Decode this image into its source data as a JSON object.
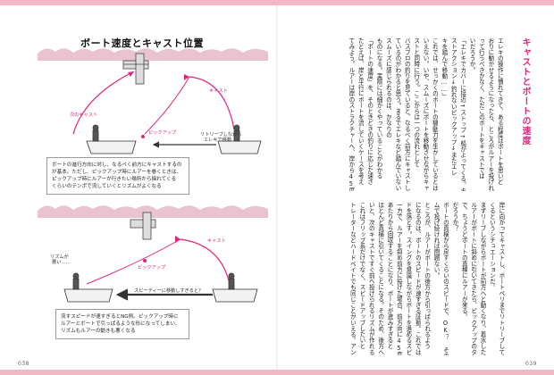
{
  "left_page": {
    "page_number": "038",
    "figure_title": "ボート速度とキャスト位置",
    "top_panel": {
      "labels": {
        "next_cast": "次のキャスト",
        "cast": "キャスト",
        "pickup": "ピックアップ",
        "retrieve_1": "リトリーブしながら",
        "retrieve_2": "エレキで移動"
      },
      "caption": [
        "ボートの進行方向に対し、なるべく前方にキャストするの",
        "が基本。ただし、ピックアップ時にルアーを巻くときは、",
        "ピックアップ時にルアーが行きたい場所から揺れてくる",
        "くらいのテンポで流していくとリズムがよくなる"
      ]
    },
    "bottom_panel": {
      "labels": {
        "rhythm_1": "リズムが",
        "rhythm_2": "悪い……",
        "cast": "キャスト",
        "pickup": "ピックアップ",
        "speed": "スピーディーに移動しすぎると？"
      },
      "caption": [
        "流すスピードが速すぎるとNG例。ピックアップ時に",
        "ルアーとボートで引っぱるような形になってしまい、",
        "リズムもルアーの動きも悪くなる"
      ]
    }
  },
  "right_page": {
    "page_number": "039",
    "heading": "キャストとボートの速度",
    "columns": [
      "エレキの操作に慣れてきて、ある程度はボートを思いど",
      "おりに動かせるようになったら、ところがルアーを投げれば",
      "って行うべきかなく、ただこのボートをキャストでは",
      "いだろうか。",
      "「エレキでカバーに接近→ストップ→船がよってくる。キャ",
      "ストアクション↓釣れないピックアップ↓またエレ",
      "キを踏んで移動……」",
      "これでは、せっかくのボートの機動力を生かしているとは",
      "いえない。いや、スムーズにボートを移動させながらキャ",
      "ストと同時に行う。ここからは一つの流れとして",
      "バスプロの釣りを見ていると、なるべく前方にキャストし",
      "ているのがわかると思う。まるでエレキなど踏んでいないかのように",
      "スムーズに感じられるのは、かなりの",
      "ものになる。実際には細かくやっていることがわかる",
      "「ボートの速度」を、そのときどきの釣りに応じた速さ",
      "たとえば、岸と平行にボートを流していくケースを考え",
      "てみよう。ルアーは岸のストラクチャーへ、岸から45度ぐらいに投げていく",
      "",
      "岸に向かってキャストし、ボートペリまでリトリーブして",
      "くるというシチュエーションだ。",
      "まずリーブしながらボートが前方へと動くなり、着水した",
      "ルアーがボートに斜めに引いてきたら、ピックアップのタイミング",
      "で、ちょうどボートの真横にルアーが来る。",
      "だろうか？",
      "ボートの真横から戻すくらいのスピードで、OK？ そのリズ",
      "ムで投げ続ければ問題ない。",
      "ところが、ルアーがボートの後方から引っぱられるよう",
      "になるのは、ボートのスピードが速すぎる証拠。これでは",
      "ドを落とす。スイングを意識しながらボートを進めるスピー",
      "一方で、ルアーを斜め前方に投げた場合、前方向に45度",
      "あたりから回収することになり、ボートが進みすぎると",
      "ほとんど真横に引いてくることになる。そのため、後方への",
      "いと、次のキャストですぐ前へ投げられるリズムが作れる",
      "これはフリップ系だけでなく、スピードアップしたいと",
      "トレーターなどハードベイトでも同じことがいえる。アンの"
    ]
  }
}
